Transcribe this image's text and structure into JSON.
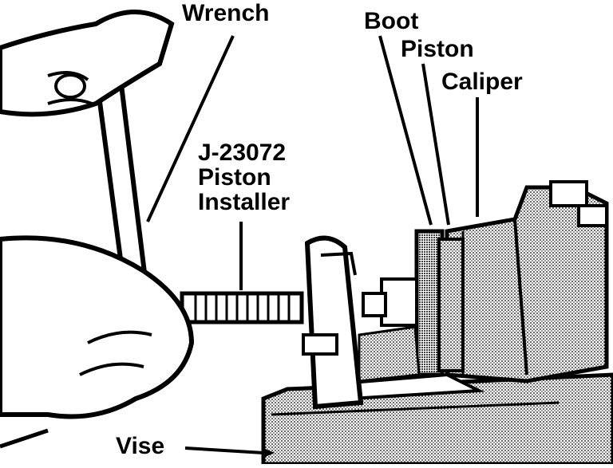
{
  "labels": {
    "wrench": "Wrench",
    "boot": "Boot",
    "piston": "Piston",
    "caliper": "Caliper",
    "tool_line1": "J-23072",
    "tool_line2": "Piston",
    "tool_line3": "Installer",
    "vise": "Vise"
  },
  "colors": {
    "ink": "#000000",
    "paper": "#ffffff",
    "shade": "#bdbdbd"
  }
}
